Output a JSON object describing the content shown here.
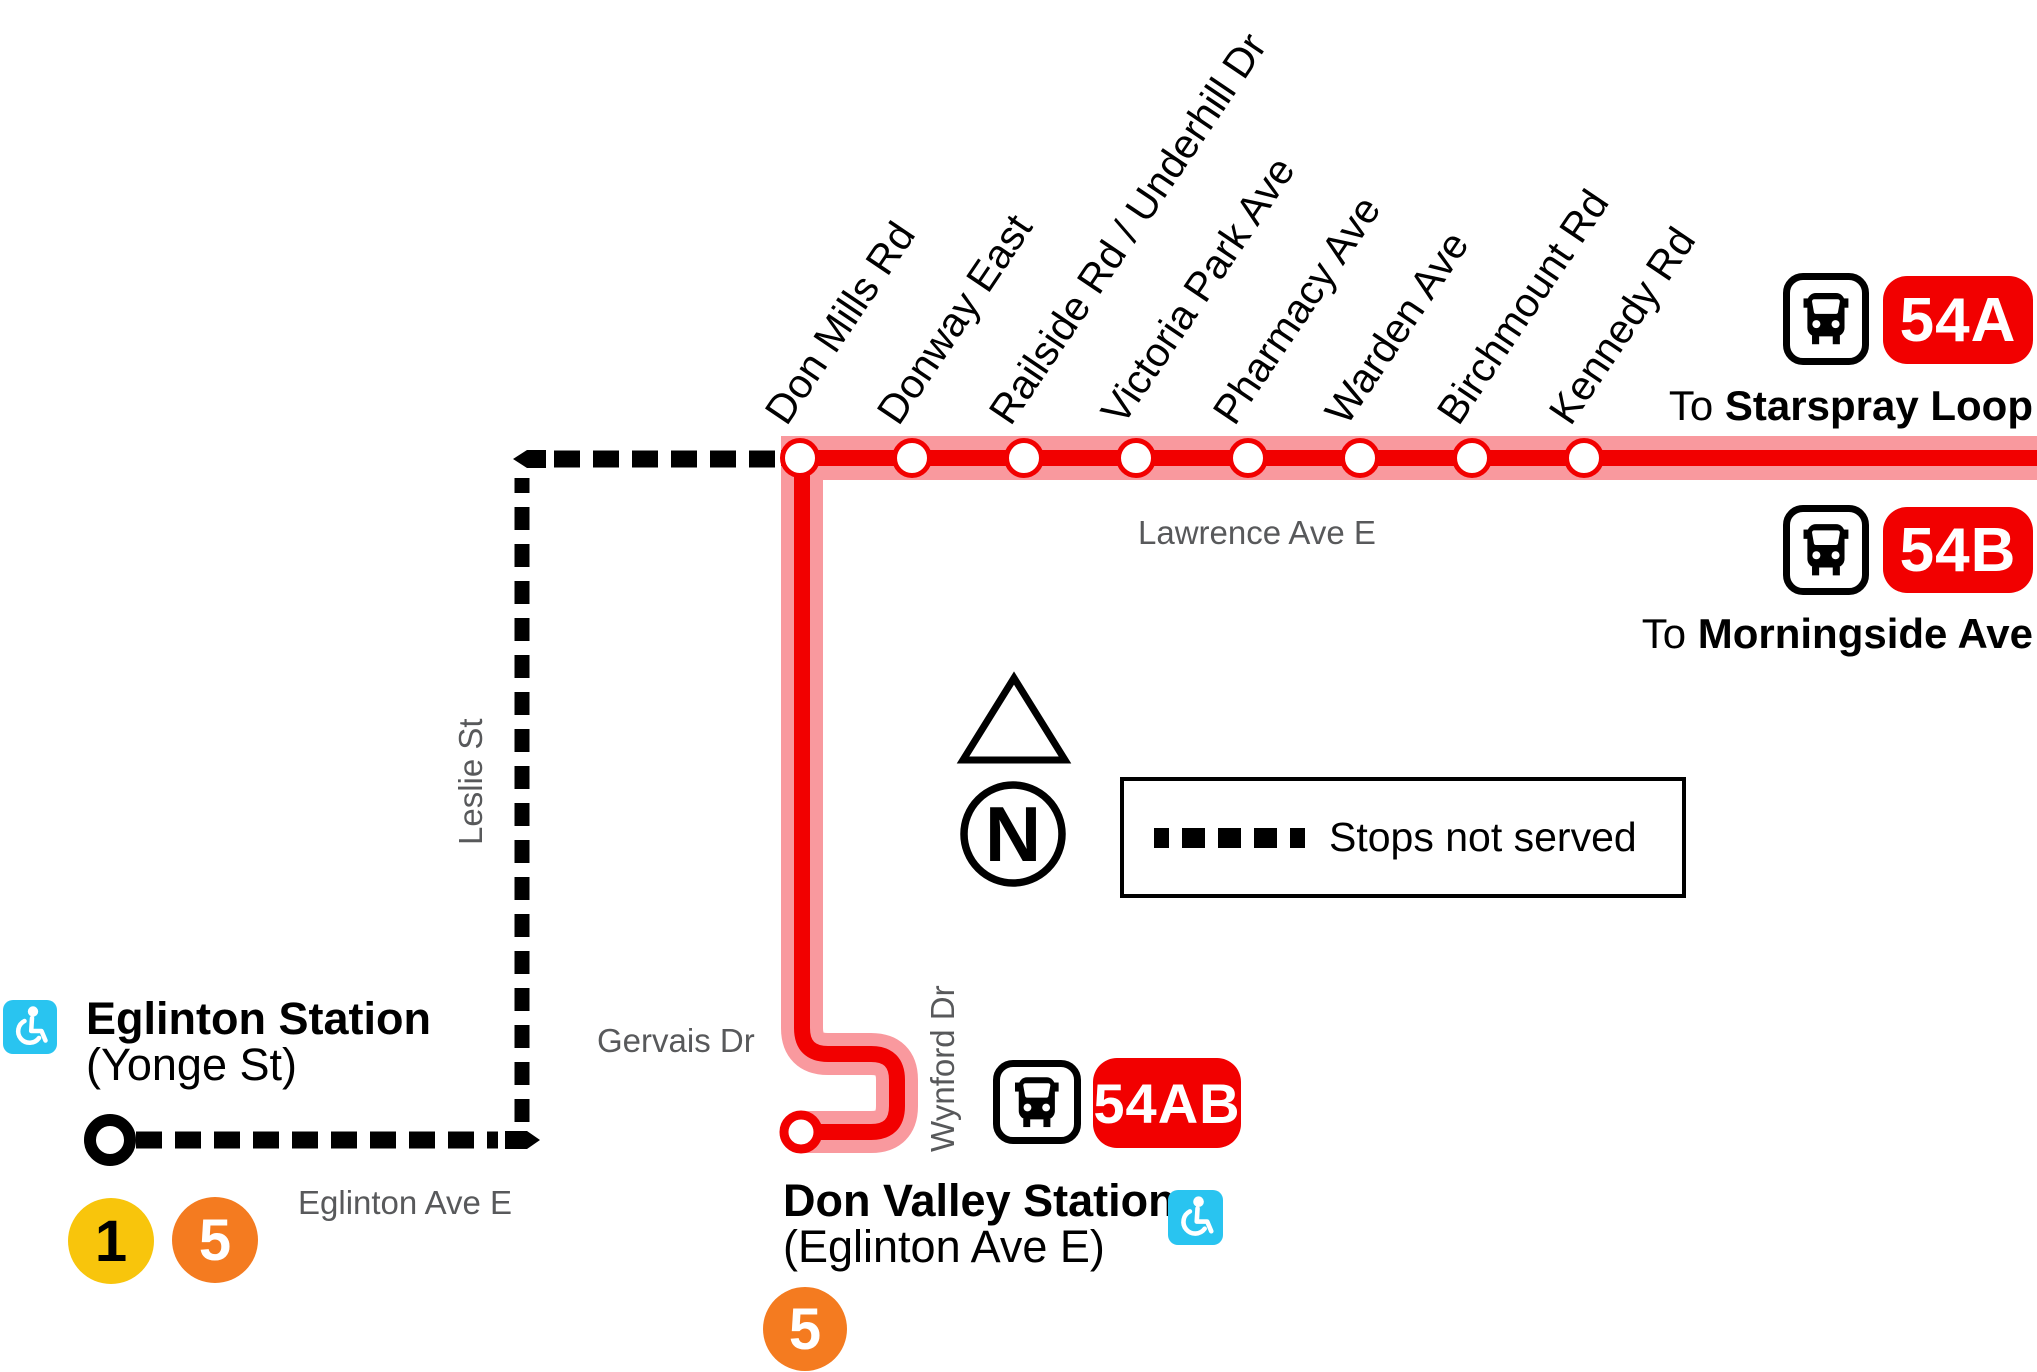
{
  "route": {
    "branches": [
      {
        "id": "54A",
        "destination_prefix": "To",
        "destination": "Starspray Loop"
      },
      {
        "id": "54B",
        "destination_prefix": "To",
        "destination": "Morningside Ave"
      },
      {
        "id": "54AB"
      }
    ]
  },
  "stops": [
    "Don Mills Rd",
    "Donway East",
    "Railside Rd / Underhill Dr",
    "Victoria Park Ave",
    "Pharmacy Ave",
    "Warden Ave",
    "Birchmount Rd",
    "Kennedy Rd"
  ],
  "streets": {
    "lawrence": "Lawrence Ave E",
    "leslie": "Leslie St",
    "eglinton_ave": "Eglinton Ave E",
    "gervais": "Gervais Dr",
    "wynford": "Wynford Dr"
  },
  "stations": {
    "eglinton": {
      "name": "Eglinton Station",
      "subtitle": "(Yonge St)",
      "lines": [
        {
          "number": "1",
          "color": "#F8C50C"
        },
        {
          "number": "5",
          "color": "#F47B20"
        }
      ]
    },
    "don_valley": {
      "name": "Don Valley Station",
      "subtitle": "(Eglinton Ave E)",
      "lines": [
        {
          "number": "5",
          "color": "#F47B20"
        }
      ]
    }
  },
  "legend": {
    "label": "Stops not served"
  },
  "compass": {
    "letter": "N"
  },
  "icons": {
    "bus": "bus-stop-icon",
    "accessible": "wheelchair-icon"
  },
  "colors": {
    "route_red": "#F20000",
    "route_halo_pink": "#F9999E",
    "street_gray": "#58595B",
    "accessible_cyan": "#29C4F0",
    "line1_yellow": "#F8C50C",
    "line5_orange": "#F47B20"
  }
}
